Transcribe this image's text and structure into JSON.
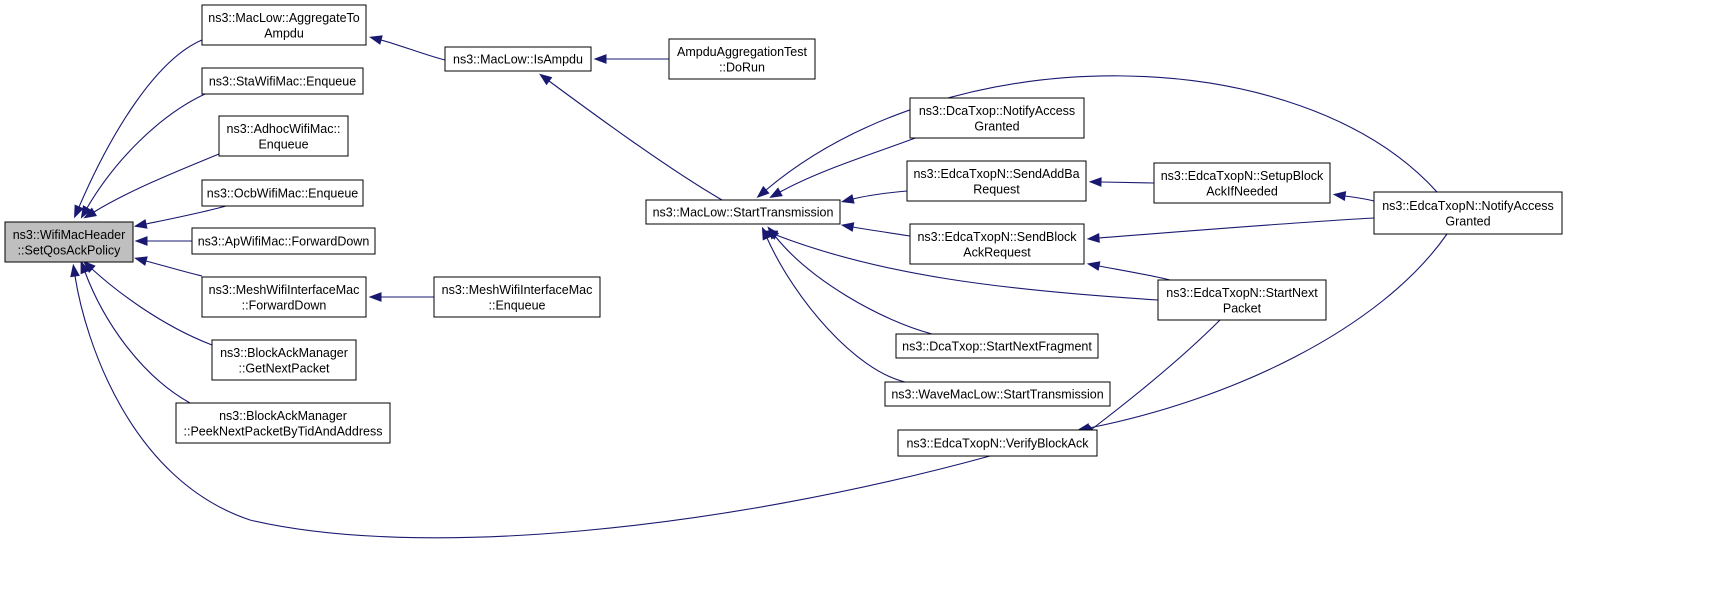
{
  "diagram": {
    "type": "call-graph",
    "colors": {
      "edge": "#191970",
      "root_fill": "#bfbfbf",
      "node_fill": "#ffffff",
      "node_border": "#000000"
    },
    "nodes": [
      {
        "id": "root",
        "lines": [
          "ns3::WifiMacHeader",
          "::SetQosAckPolicy"
        ]
      },
      {
        "id": "aggregateToAmpdu",
        "lines": [
          "ns3::MacLow::AggregateTo",
          "Ampdu"
        ]
      },
      {
        "id": "staEnqueue",
        "lines": [
          "ns3::StaWifiMac::Enqueue"
        ]
      },
      {
        "id": "adhocEnqueue",
        "lines": [
          "ns3::AdhocWifiMac::",
          "Enqueue"
        ]
      },
      {
        "id": "ocbEnqueue",
        "lines": [
          "ns3::OcbWifiMac::Enqueue"
        ]
      },
      {
        "id": "apForwardDown",
        "lines": [
          "ns3::ApWifiMac::ForwardDown"
        ]
      },
      {
        "id": "meshForwardDown",
        "lines": [
          "ns3::MeshWifiInterfaceMac",
          "::ForwardDown"
        ]
      },
      {
        "id": "bamGetNext",
        "lines": [
          "ns3::BlockAckManager",
          "::GetNextPacket"
        ]
      },
      {
        "id": "bamPeek",
        "lines": [
          "ns3::BlockAckManager",
          "::PeekNextPacketByTidAndAddress"
        ]
      },
      {
        "id": "isAmpdu",
        "lines": [
          "ns3::MacLow::IsAmpdu"
        ]
      },
      {
        "id": "meshEnqueue",
        "lines": [
          "ns3::MeshWifiInterfaceMac",
          "::Enqueue"
        ]
      },
      {
        "id": "ampduTest",
        "lines": [
          "AmpduAggregationTest",
          "::DoRun"
        ]
      },
      {
        "id": "startTx",
        "lines": [
          "ns3::MacLow::StartTransmission"
        ]
      },
      {
        "id": "dcaNotify",
        "lines": [
          "ns3::DcaTxop::NotifyAccess",
          "Granted"
        ]
      },
      {
        "id": "sendAddBa",
        "lines": [
          "ns3::EdcaTxopN::SendAddBa",
          "Request"
        ]
      },
      {
        "id": "sendBlockAck",
        "lines": [
          "ns3::EdcaTxopN::SendBlock",
          "AckRequest"
        ]
      },
      {
        "id": "dcaNextFrag",
        "lines": [
          "ns3::DcaTxop::StartNextFragment"
        ]
      },
      {
        "id": "waveStartTx",
        "lines": [
          "ns3::WaveMacLow::StartTransmission"
        ]
      },
      {
        "id": "verifyBlockAck",
        "lines": [
          "ns3::EdcaTxopN::VerifyBlockAck"
        ]
      },
      {
        "id": "setupBlockAck",
        "lines": [
          "ns3::EdcaTxopN::SetupBlock",
          "AckIfNeeded"
        ]
      },
      {
        "id": "edcaNextPacket",
        "lines": [
          "ns3::EdcaTxopN::StartNext",
          "Packet"
        ]
      },
      {
        "id": "edcaNotify",
        "lines": [
          "ns3::EdcaTxopN::NotifyAccess",
          "Granted"
        ]
      }
    ],
    "edges": [
      {
        "from": "aggregateToAmpdu",
        "to": "root"
      },
      {
        "from": "staEnqueue",
        "to": "root"
      },
      {
        "from": "adhocEnqueue",
        "to": "root"
      },
      {
        "from": "ocbEnqueue",
        "to": "root"
      },
      {
        "from": "apForwardDown",
        "to": "root"
      },
      {
        "from": "meshForwardDown",
        "to": "root"
      },
      {
        "from": "bamGetNext",
        "to": "root"
      },
      {
        "from": "bamPeek",
        "to": "root"
      },
      {
        "from": "verifyBlockAck",
        "to": "root"
      },
      {
        "from": "isAmpdu",
        "to": "aggregateToAmpdu"
      },
      {
        "from": "meshEnqueue",
        "to": "meshForwardDown"
      },
      {
        "from": "ampduTest",
        "to": "isAmpdu"
      },
      {
        "from": "startTx",
        "to": "isAmpdu"
      },
      {
        "from": "dcaNotify",
        "to": "startTx"
      },
      {
        "from": "sendAddBa",
        "to": "startTx"
      },
      {
        "from": "sendBlockAck",
        "to": "startTx"
      },
      {
        "from": "dcaNextFrag",
        "to": "startTx"
      },
      {
        "from": "waveStartTx",
        "to": "startTx"
      },
      {
        "from": "edcaNextPacket",
        "to": "startTx"
      },
      {
        "from": "edcaNotify",
        "to": "startTx"
      },
      {
        "from": "setupBlockAck",
        "to": "sendAddBa"
      },
      {
        "from": "edcaNotify",
        "to": "setupBlockAck"
      },
      {
        "from": "edcaNotify",
        "to": "sendBlockAck"
      },
      {
        "from": "edcaNextPacket",
        "to": "sendBlockAck"
      },
      {
        "from": "edcaNotify",
        "to": "verifyBlockAck"
      },
      {
        "from": "edcaNextPacket",
        "to": "verifyBlockAck"
      }
    ]
  }
}
